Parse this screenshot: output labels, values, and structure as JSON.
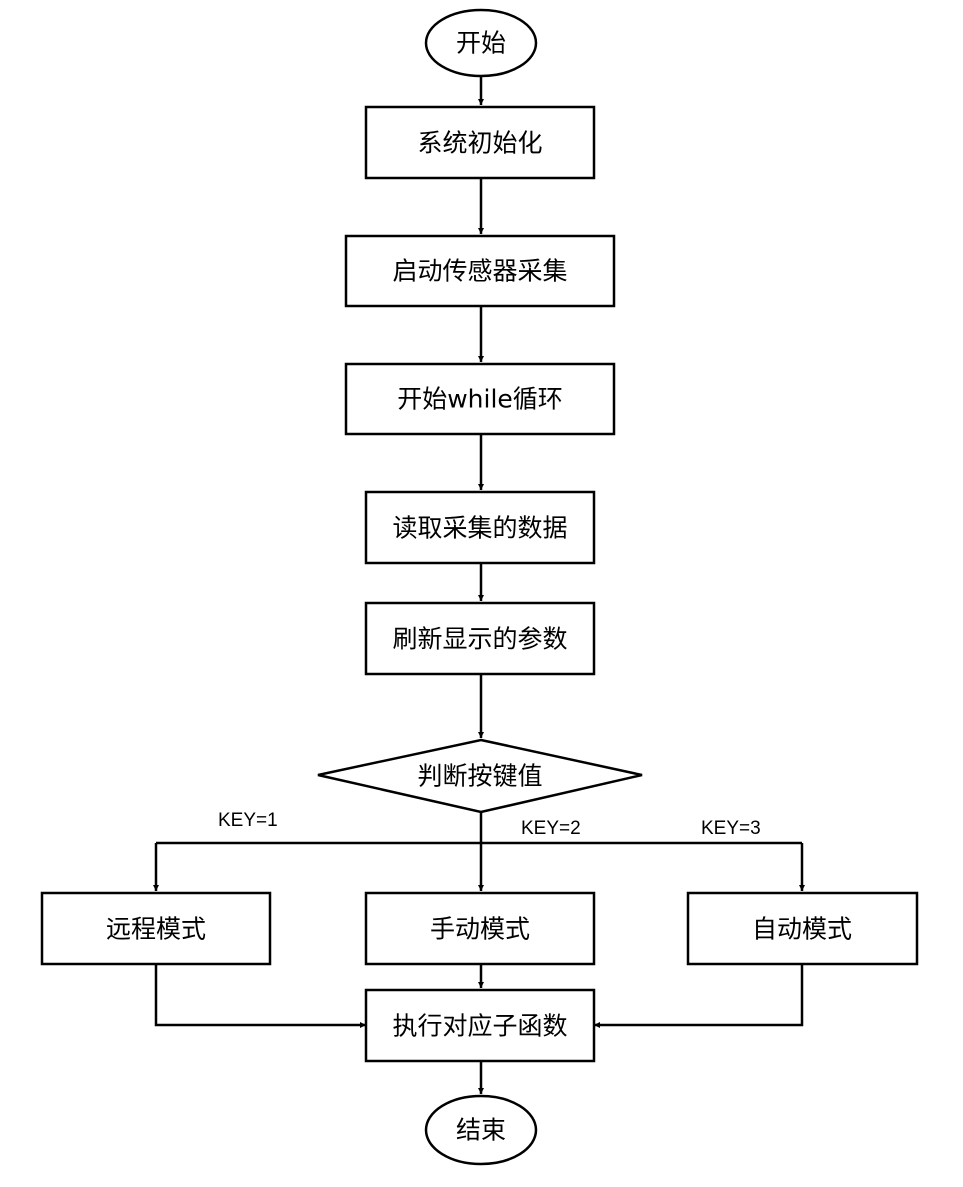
{
  "nodes": {
    "start": "开始",
    "init": "系统初始化",
    "sensor": "启动传感器采集",
    "loop": "开始while循环",
    "read": "读取采集的数据",
    "refresh": "刷新显示的参数",
    "decision": "判断按键值",
    "remote": "远程模式",
    "manual": "手动模式",
    "auto": "自动模式",
    "execute": "执行对应子函数",
    "end": "结束"
  },
  "edge_labels": {
    "key1": "KEY=1",
    "key2": "KEY=2",
    "key3": "KEY=3"
  }
}
